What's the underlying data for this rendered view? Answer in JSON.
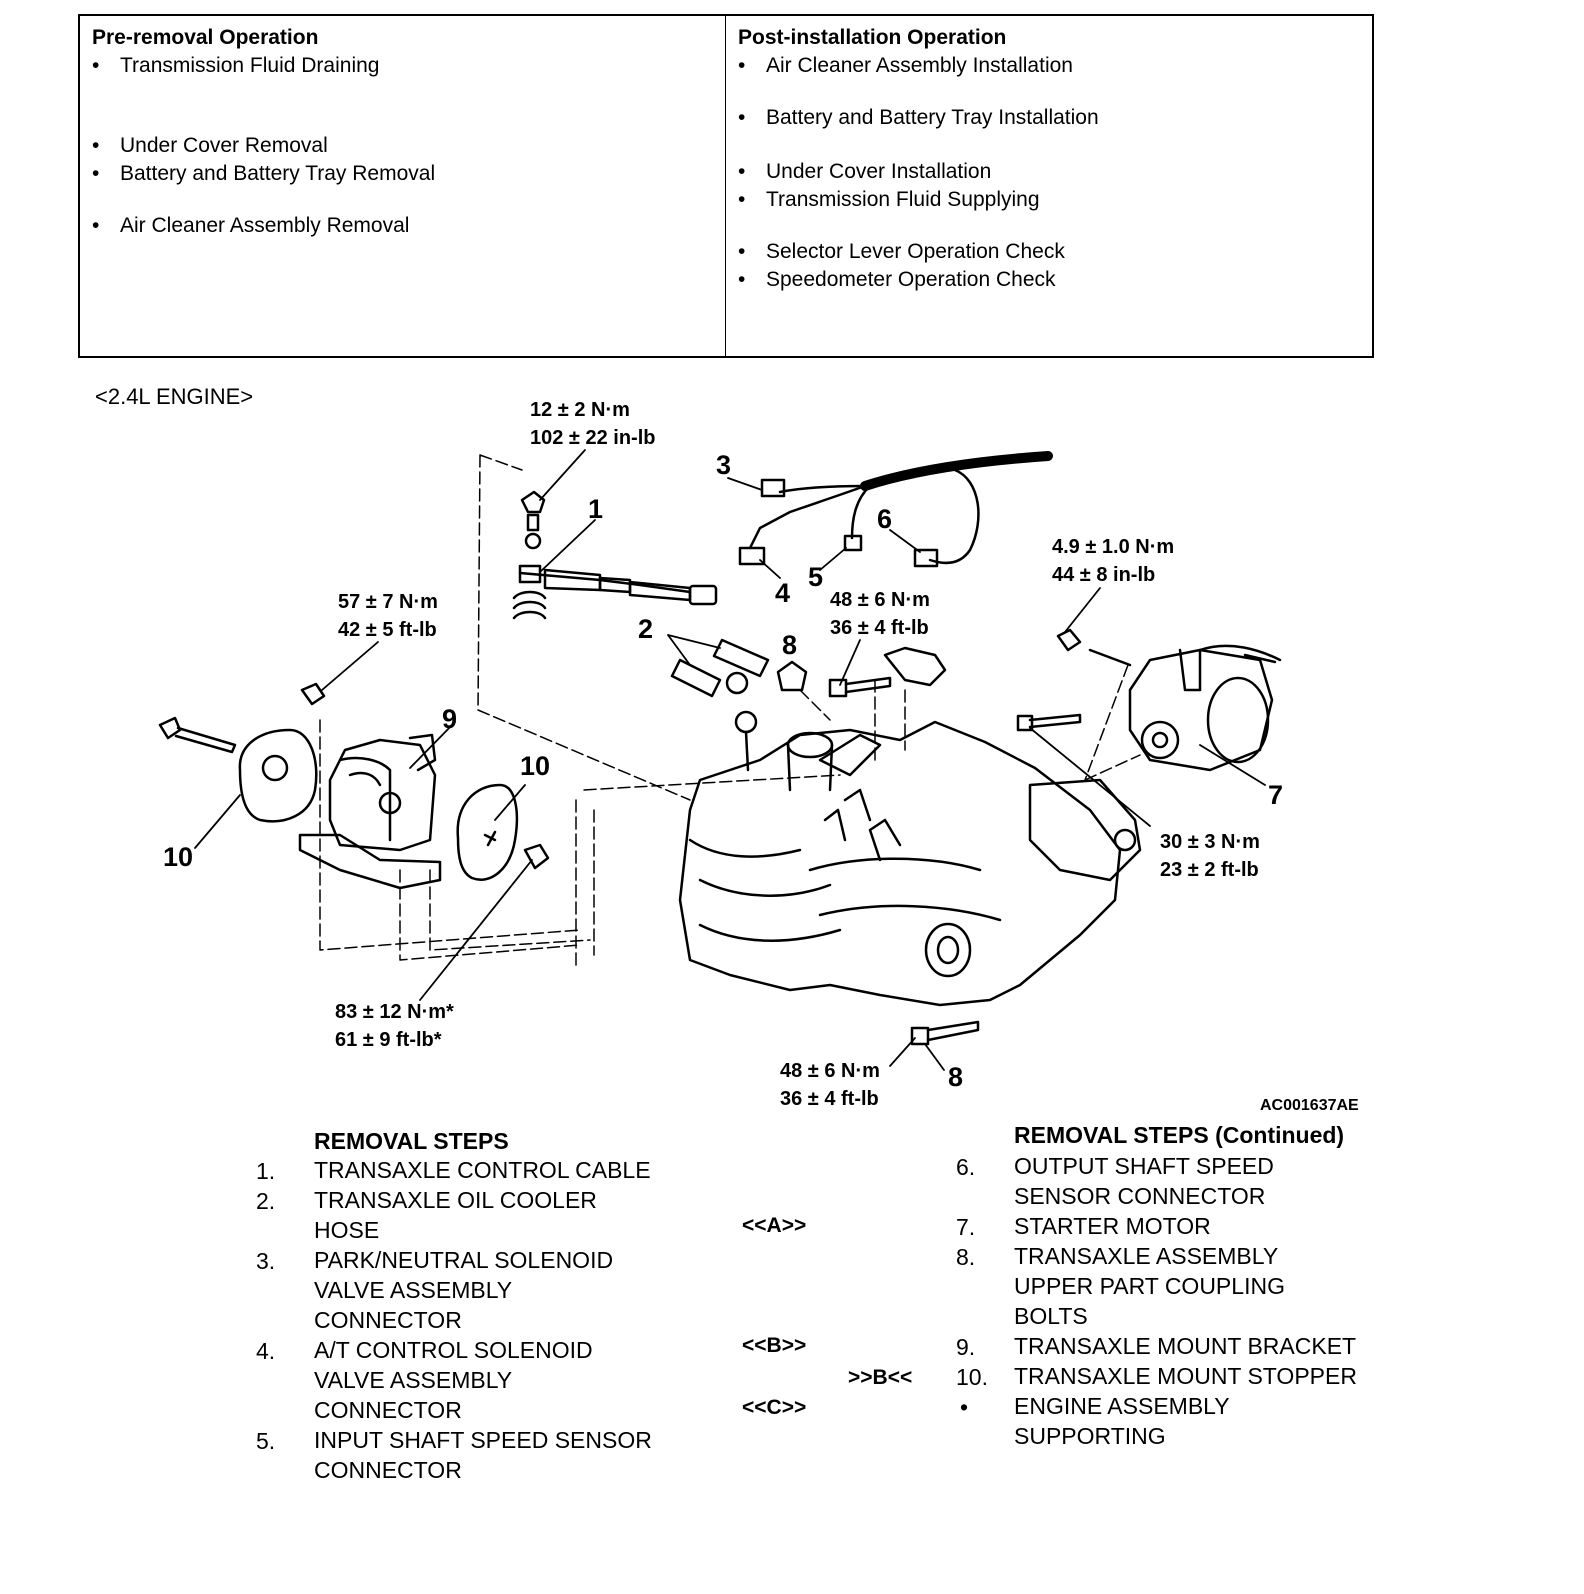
{
  "operations": {
    "pre_heading": "Pre-removal Operation",
    "pre_items": [
      "Transmission Fluid Draining",
      "Under Cover Removal",
      "Battery and Battery Tray Removal",
      "Air Cleaner Assembly Removal"
    ],
    "post_heading": "Post-installation Operation",
    "post_items": [
      "Air Cleaner Assembly Installation",
      "Battery and Battery Tray Installation",
      "Under Cover Installation",
      "Transmission Fluid Supplying",
      "Selector Lever Operation Check",
      "Speedometer Operation Check"
    ],
    "bullet": "•"
  },
  "diagram": {
    "engine_label": "<2.4L ENGINE>",
    "figure_id": "AC001637AE",
    "torques": {
      "t1": [
        "12 ± 2 N·m",
        "102 ± 22 in-lb"
      ],
      "t2": [
        "57 ± 7 N·m",
        "42 ± 5 ft-lb"
      ],
      "t3": [
        "48 ± 6 N·m",
        "36 ± 4 ft-lb"
      ],
      "t4": [
        "4.9 ± 1.0 N·m",
        "44 ± 8 in-lb"
      ],
      "t5": [
        "30 ± 3 N·m",
        "23 ± 2 ft-lb"
      ],
      "t6": [
        "83 ± 12 N·m*",
        "61 ± 9 ft-lb*"
      ],
      "t7": [
        "48 ± 6 N·m",
        "36 ± 4 ft-lb"
      ]
    },
    "callouts": {
      "c1": "1",
      "c2": "2",
      "c3": "3",
      "c4": "4",
      "c5": "5",
      "c6": "6",
      "c7": "7",
      "c8a": "8",
      "c8b": "8",
      "c9": "9",
      "c10a": "10",
      "c10b": "10"
    }
  },
  "removal": {
    "heading": "REMOVAL STEPS",
    "steps": [
      {
        "num": "1.",
        "lines": [
          "TRANSAXLE CONTROL CABLE"
        ]
      },
      {
        "num": "2.",
        "lines": [
          "TRANSAXLE OIL COOLER",
          "HOSE"
        ]
      },
      {
        "num": "3.",
        "lines": [
          "PARK/NEUTRAL SOLENOID",
          "VALVE ASSEMBLY",
          "CONNECTOR"
        ]
      },
      {
        "num": "4.",
        "lines": [
          "A/T CONTROL SOLENOID",
          "VALVE ASSEMBLY",
          "CONNECTOR"
        ]
      },
      {
        "num": "5.",
        "lines": [
          "INPUT SHAFT SPEED SENSOR",
          "CONNECTOR"
        ]
      }
    ],
    "continued_heading": "REMOVAL STEPS (Continued)",
    "continued_steps": [
      {
        "num": "6.",
        "lines": [
          "OUTPUT SHAFT SPEED",
          "SENSOR CONNECTOR"
        ]
      },
      {
        "num": "7.",
        "lines": [
          "STARTER MOTOR"
        ]
      },
      {
        "num": "8.",
        "lines": [
          "TRANSAXLE ASSEMBLY",
          "UPPER PART COUPLING",
          "BOLTS"
        ]
      },
      {
        "num": "9.",
        "lines": [
          "TRANSAXLE MOUNT BRACKET"
        ]
      },
      {
        "num": "10.",
        "lines": [
          "TRANSAXLE MOUNT STOPPER"
        ]
      },
      {
        "num": "•",
        "lines": [
          "ENGINE ASSEMBLY",
          "SUPPORTING"
        ]
      }
    ],
    "notes": {
      "a": "<<A>>",
      "b": "<<B>>",
      "b_install": ">>B<<",
      "c": "<<C>>"
    }
  }
}
